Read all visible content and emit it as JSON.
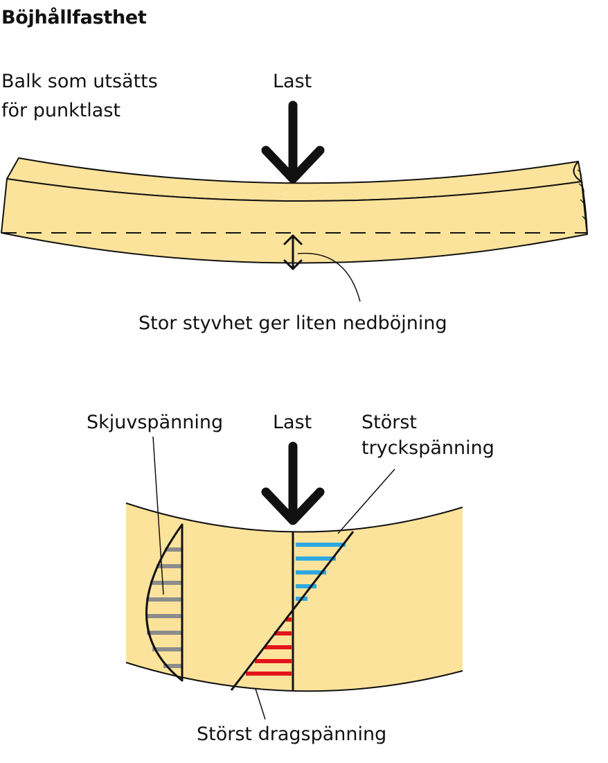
{
  "title": "Böjhållfasthet",
  "top_figure": {
    "beam_label_line1": "Balk som utsätts",
    "beam_label_line2": "för punktlast",
    "load_label": "Last",
    "deflection_caption": "Stor styvhet ger liten nedböjning"
  },
  "bottom_figure": {
    "shear_label": "Skjuvspänning",
    "load_label": "Last",
    "compression_label_line1": "Störst",
    "compression_label_line2": "tryckspänning",
    "tension_label": "Störst dragspänning"
  },
  "colors": {
    "wood": "#FCE39B",
    "outline": "#111111",
    "shear_stripes": "#8C8C8C",
    "compression_stripes": "#2EA8E0",
    "tension_stripes": "#E3141B"
  }
}
